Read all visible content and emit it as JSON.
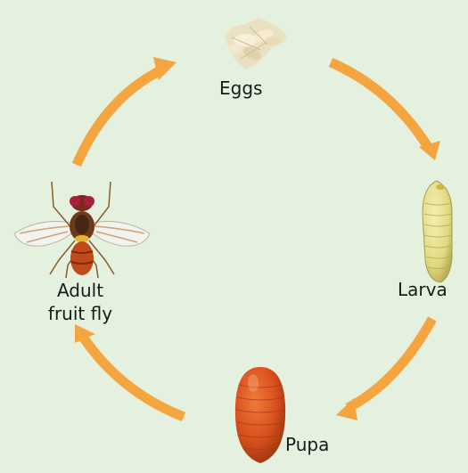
{
  "stages": {
    "eggs": {
      "label": "Eggs"
    },
    "larva": {
      "label": "Larva"
    },
    "pupa": {
      "label": "Pupa"
    },
    "adult": {
      "label_line1": "Adult",
      "label_line2": "fruit fly"
    }
  },
  "colors": {
    "background": "#e5f1df",
    "arrow": "#f4a53f",
    "eggs": "#ece0c2",
    "larva": "#e4df8a",
    "pupa": "#d8501d",
    "fly_body": "#c04a18",
    "fly_wing": "#f2f2ee"
  },
  "cycle_order": [
    "eggs",
    "larva",
    "pupa",
    "adult"
  ]
}
